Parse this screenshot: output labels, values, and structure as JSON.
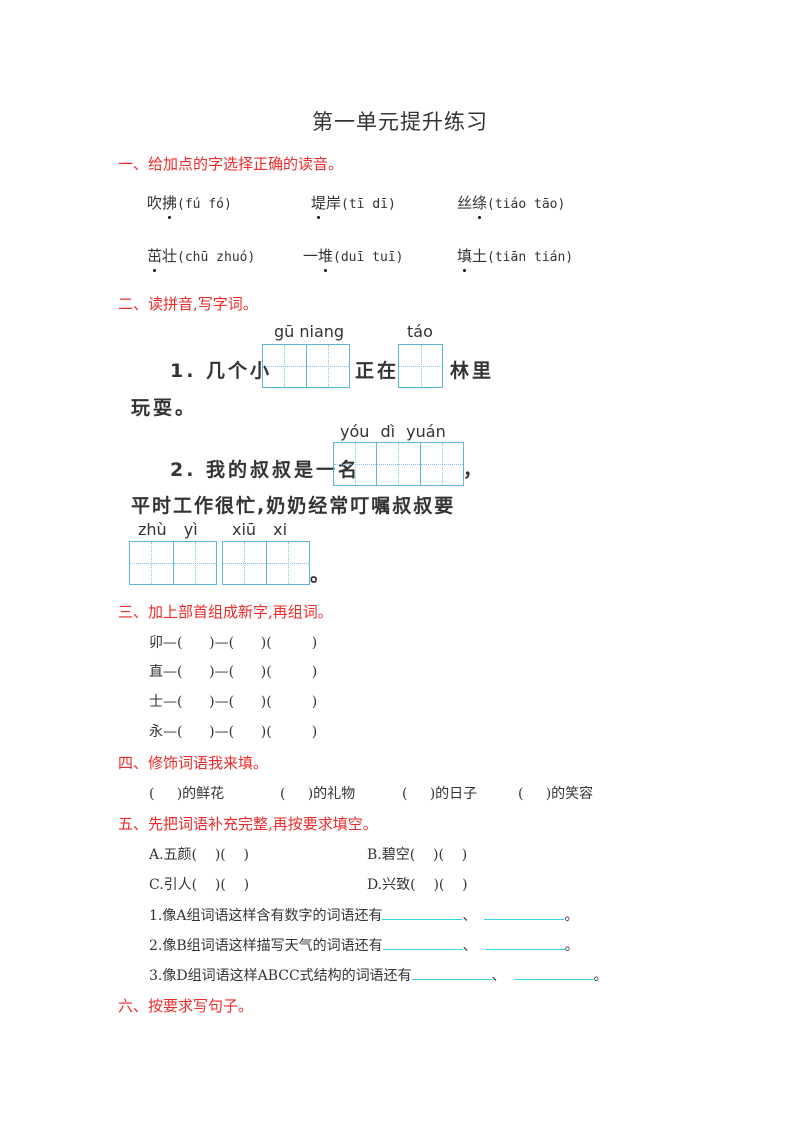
{
  "title": "第一单元提升练习",
  "section1": {
    "heading": "一、给加点的字选择正确的读音。",
    "items": [
      {
        "pre": "吹",
        "dot": "拂",
        "post": "",
        "options": "(fú  fó)"
      },
      {
        "pre": "",
        "dot": "堤",
        "post": "岸",
        "options": "(tī  dī)"
      },
      {
        "pre": "丝",
        "dot": "绦",
        "post": "",
        "options": "(tiáo  tāo)"
      },
      {
        "pre": "",
        "dot": "茁",
        "post": "壮",
        "options": "(chū  zhuó)"
      },
      {
        "pre": "一",
        "dot": "堆",
        "post": "",
        "options": "(duī  tuī)"
      },
      {
        "pre": "",
        "dot": "填",
        "post": "土",
        "options": "(tiān  tián)"
      }
    ]
  },
  "section2": {
    "heading": "二、读拼音,写字词。",
    "s1": {
      "pinyin_a": "gū niang",
      "pinyin_b": "táo",
      "part1": "1. 几个小",
      "part2": "正在",
      "part3": "林里",
      "line2": "玩耍。"
    },
    "s2": {
      "pinyin_a": "yóu  dì  yuán",
      "part1": "2. 我的叔叔是一名",
      "comma": "，",
      "line2": "平时工作很忙,奶奶经常叮嘱叔叔要",
      "pinyin_b": "zhù  yì",
      "pinyin_c": "xiū  xi",
      "end": "。"
    }
  },
  "section3": {
    "heading": "三、加上部首组成新字,再组词。",
    "rows": [
      {
        "char": "卯",
        "rest": "—(      )—(      )(         )"
      },
      {
        "char": "直",
        "rest": "—(      )—(      )(         )"
      },
      {
        "char": "士",
        "rest": "—(      )—(      )(         )"
      },
      {
        "char": "永",
        "rest": "—(      )—(      )(         )"
      }
    ]
  },
  "section4": {
    "heading": "四、修饰词语我来填。",
    "items": [
      "(     )的鲜花",
      "(     )的礼物",
      "(     )的日子",
      "(     )的笑容"
    ]
  },
  "section5": {
    "heading": "五、先把词语补充完整,再按要求填空。",
    "words": [
      "A.五颜(    )(    )",
      "B.碧空(    )(    )",
      "C.引人(    )(    )",
      "D.兴致(    )(    )"
    ],
    "questions": [
      {
        "text": "1.像A组词语这样含有数字的词语还有",
        "sep": "、",
        "end": "。"
      },
      {
        "text": "2.像B组词语这样描写天气的词语还有",
        "sep": "、",
        "end": "。"
      },
      {
        "text": "3.像D组词语这样ABCC式结构的词语还有",
        "sep": "、",
        "end": "。"
      }
    ]
  },
  "section6": {
    "heading": "六、按要求写句子。"
  },
  "colors": {
    "heading": "#ee2a2a",
    "grid": "#5bb8d8",
    "underline": "#33d6ee"
  }
}
